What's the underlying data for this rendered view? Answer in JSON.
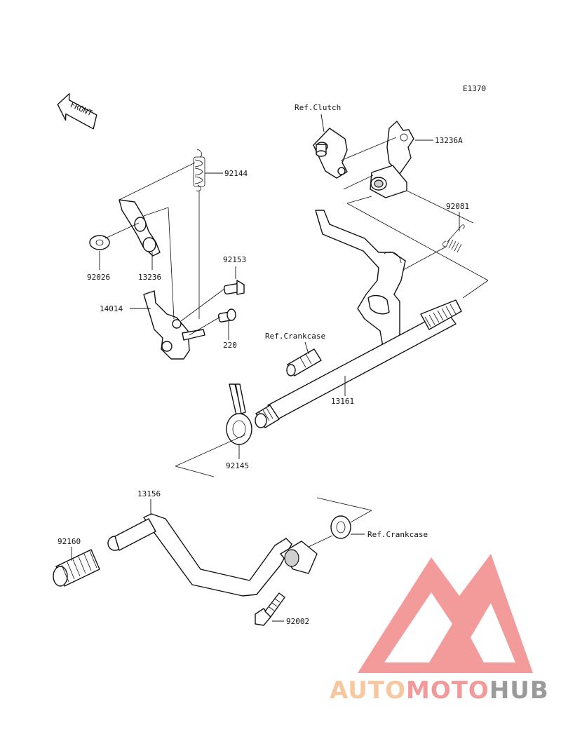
{
  "diagram": {
    "code": "E1370",
    "front_label": "FRONT",
    "parts": [
      {
        "id": "ref-clutch",
        "label": "Ref.Clutch"
      },
      {
        "id": "13236a",
        "label": "13236A"
      },
      {
        "id": "92144",
        "label": "92144"
      },
      {
        "id": "92081",
        "label": "92081"
      },
      {
        "id": "92026",
        "label": "92026"
      },
      {
        "id": "13236",
        "label": "13236"
      },
      {
        "id": "92153",
        "label": "92153"
      },
      {
        "id": "14014",
        "label": "14014"
      },
      {
        "id": "220",
        "label": "220"
      },
      {
        "id": "ref-crankcase-top",
        "label": "Ref.Crankcase"
      },
      {
        "id": "13161",
        "label": "13161"
      },
      {
        "id": "92145",
        "label": "92145"
      },
      {
        "id": "13156",
        "label": "13156"
      },
      {
        "id": "92160",
        "label": "92160"
      },
      {
        "id": "ref-crankcase-bottom",
        "label": "Ref.Crankcase"
      },
      {
        "id": "92002",
        "label": "92002"
      }
    ]
  },
  "watermark": {
    "part1": "AUTO",
    "part2": "MOTO",
    "part3": "HUB",
    "colors": {
      "auto": "#f7c7a0",
      "moto": "#f29a9a",
      "hub": "#9a9a9a",
      "logo": "#f28a8a"
    }
  }
}
